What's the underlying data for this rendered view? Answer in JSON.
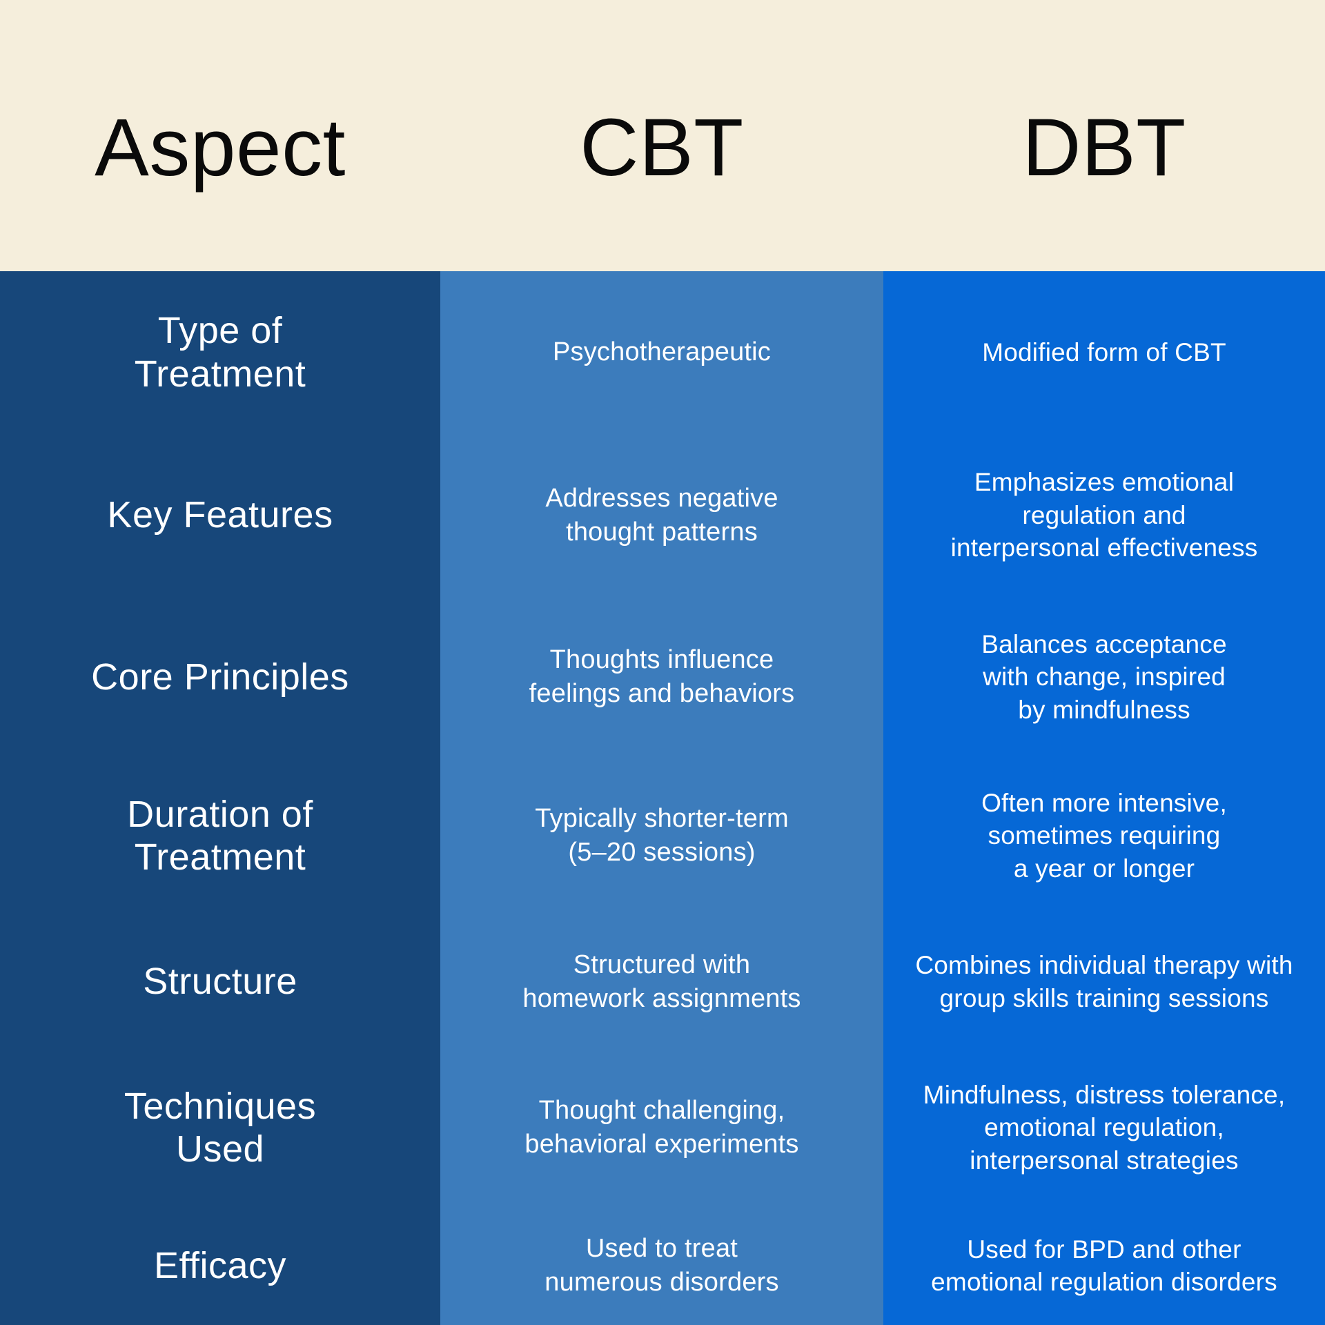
{
  "header": {
    "columns": [
      {
        "key": "aspect",
        "label": "Aspect"
      },
      {
        "key": "cbt",
        "label": "CBT"
      },
      {
        "key": "dbt",
        "label": "DBT"
      }
    ]
  },
  "colors": {
    "header_background": "#F5EEDC",
    "header_text": "#0A0A0A",
    "aspect_column": "#17477A",
    "cbt_column": "#3C7CBC",
    "dbt_column": "#0668D6",
    "body_text": "#FFFFFF"
  },
  "rows": [
    {
      "aspect": "Type of\nTreatment",
      "cbt": "Psychotherapeutic",
      "dbt": "Modified form of CBT"
    },
    {
      "aspect": "Key Features",
      "cbt": "Addresses negative\nthought patterns",
      "dbt": "Emphasizes emotional\nregulation and\ninterpersonal effectiveness"
    },
    {
      "aspect": "Core Principles",
      "cbt": "Thoughts influence\nfeelings and behaviors",
      "dbt": "Balances acceptance\nwith change, inspired\nby mindfulness"
    },
    {
      "aspect": "Duration of\nTreatment",
      "cbt": "Typically shorter-term\n(5–20 sessions)",
      "dbt": "Often more intensive,\nsometimes requiring\na year or longer"
    },
    {
      "aspect": "Structure",
      "cbt": "Structured with\nhomework assignments",
      "dbt": "Combines individual therapy with\ngroup skills training sessions"
    },
    {
      "aspect": "Techniques\nUsed",
      "cbt": "Thought challenging,\nbehavioral experiments",
      "dbt": "Mindfulness, distress tolerance,\nemotional regulation,\ninterpersonal strategies"
    },
    {
      "aspect": "Efficacy",
      "cbt": "Used to treat\nnumerous disorders",
      "dbt": "Used for BPD and other\nemotional regulation disorders"
    }
  ]
}
